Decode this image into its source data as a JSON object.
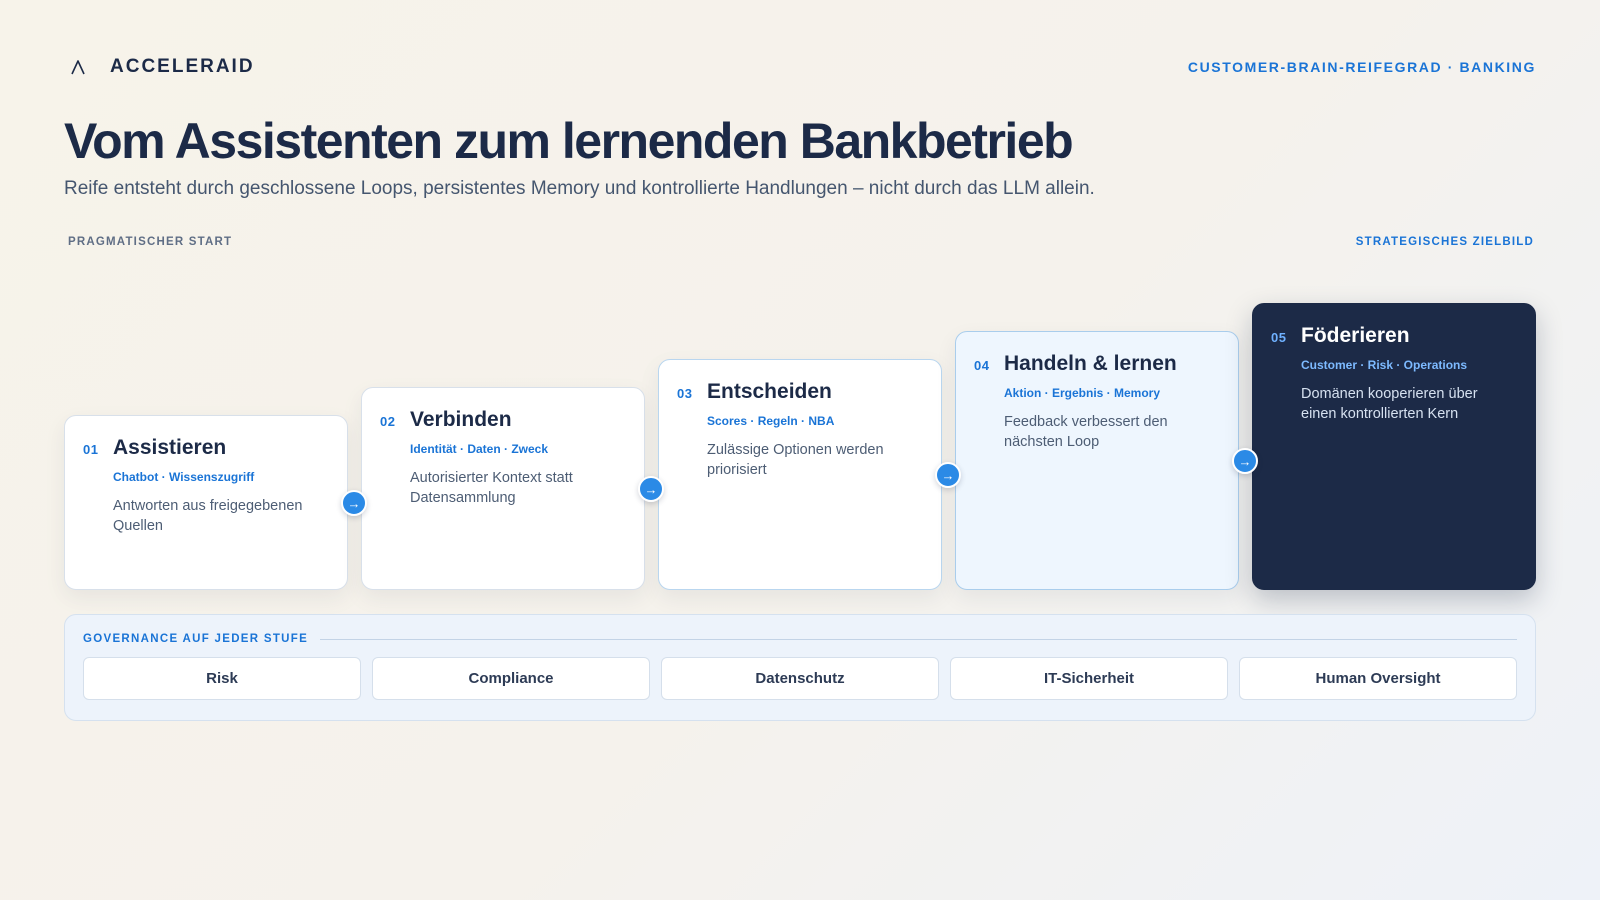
{
  "header": {
    "brand_name": "ACCELERAID",
    "tag": "CUSTOMER-BRAIN-REIFEGRAD · BANKING"
  },
  "title": "Vom Assistenten zum lernenden Bankbetrieb",
  "subtitle": "Reife entsteht durch geschlossene Loops, persistentes Memory und kontrollierte Handlungen – nicht durch das LLM allein.",
  "axis": {
    "start_label": "PRAGMATISCHER START",
    "end_label": "STRATEGISCHES ZIELBILD"
  },
  "stages": [
    {
      "num": "01",
      "name": "Assistieren",
      "tags": "Chatbot · Wissenszugriff",
      "desc": "Antworten aus freigegebenen Quellen"
    },
    {
      "num": "02",
      "name": "Verbinden",
      "tags": "Identität · Daten · Zweck",
      "desc": "Autorisierter Kontext statt Datensammlung"
    },
    {
      "num": "03",
      "name": "Entscheiden",
      "tags": "Scores · Regeln · NBA",
      "desc": "Zulässige Optionen werden priorisiert"
    },
    {
      "num": "04",
      "name": "Handeln & lernen",
      "tags": "Aktion · Ergebnis · Memory",
      "desc": "Feedback verbessert den nächsten Loop"
    },
    {
      "num": "05",
      "name": "Föderieren",
      "tags": "Customer · Risk · Operations",
      "desc": "Domänen kooperieren über einen kontrollierten Kern"
    }
  ],
  "arrow_glyph": "→",
  "governance": {
    "title": "GOVERNANCE AUF JEDER STUFE",
    "items": [
      "Risk",
      "Compliance",
      "Datenschutz",
      "IT-Sicherheit",
      "Human Oversight"
    ]
  },
  "colors": {
    "navy": "#1c2a47",
    "accent_blue": "#1a74d6",
    "arrow_blue": "#2b8ae6",
    "final_card_bg": "#1c2a47"
  },
  "icons": {
    "brand": "caret-logo-icon",
    "step_arrow": "arrow-right-icon"
  }
}
